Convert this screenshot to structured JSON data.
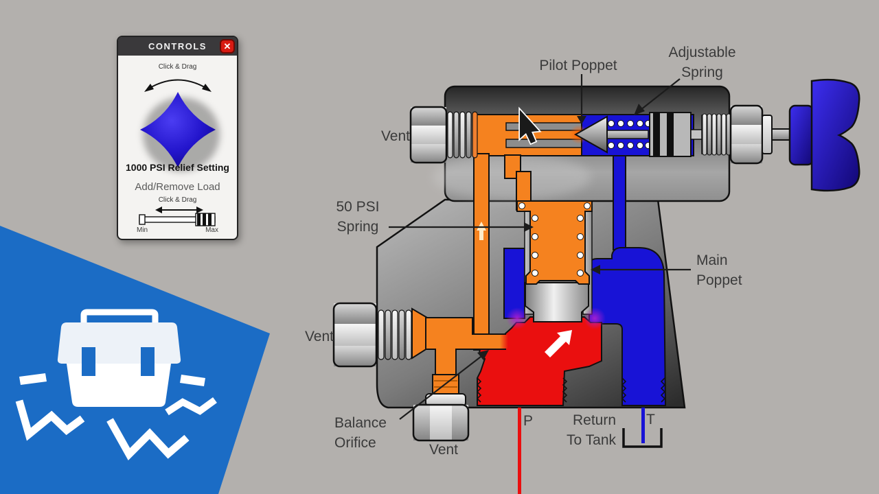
{
  "controls": {
    "title": "CONTROLS",
    "close_glyph": "✕",
    "knob_hint": "Click & Drag",
    "relief_setting": "1000 PSI Relief Setting",
    "load_label": "Add/Remove Load",
    "load_hint": "Click & Drag",
    "min_label": "Min",
    "max_label": "Max"
  },
  "diagram": {
    "labels": {
      "vent_top": "Vent",
      "pilot_poppet": "Pilot Poppet",
      "adjustable_1": "Adjustable",
      "adjustable_2": "Spring",
      "psi_1": "50 PSI",
      "psi_2": "Spring",
      "main_1": "Main",
      "main_2": "Poppet",
      "vent_mid": "Vent",
      "balance_1": "Balance",
      "balance_2": "Orifice",
      "vent_bottom": "Vent",
      "port_p": "P",
      "return_1": "Return",
      "return_2": "To Tank",
      "port_t": "T"
    },
    "colors": {
      "pilot_oil": "#f5821f",
      "pressure_oil": "#ea0f0f",
      "return_oil": "#1813d6",
      "knob_blue": "#2a1ed0",
      "logo_blue": "#1b6cc5",
      "panel_title_bg": "#3a393b",
      "close_red": "#d81a12"
    }
  }
}
